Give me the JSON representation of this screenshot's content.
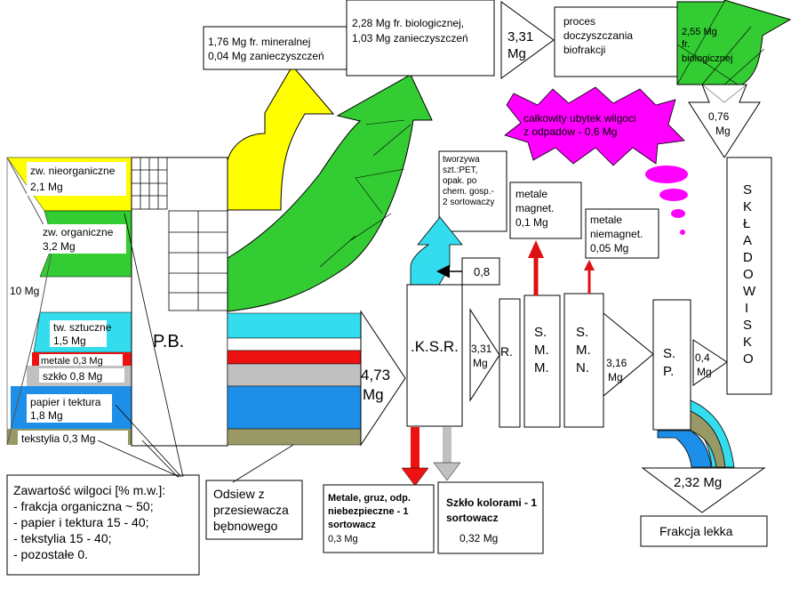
{
  "colors": {
    "yellow": "#ffff00",
    "green": "#33cc33",
    "cyan": "#33ddee",
    "red": "#ee1111",
    "grey": "#c0c0c0",
    "blue": "#1e8fe8",
    "olive": "#999966",
    "magenta": "#ff00ff",
    "red_arrow": "#dd1111"
  },
  "composition": {
    "total": "10 Mg",
    "inorganic": [
      "zw. nieorganiczne",
      "2,1 Mg"
    ],
    "organic": [
      "zw. organiczne",
      "3,2 Mg"
    ],
    "plastics": [
      "tw. sztuczne",
      "1,5 Mg"
    ],
    "metals": "metale 0,3 Mg",
    "glass": "szkło 0,8 Mg",
    "paper": [
      "papier i tektura",
      "1,8 Mg"
    ],
    "textiles": "tekstylia 0,3 Mg"
  },
  "pb": "P.B.",
  "oversize": [
    "4,73",
    "Mg"
  ],
  "mineral_box": [
    "1,76 Mg fr. mineralnej",
    "0,04 Mg zanieczyszczeń"
  ],
  "bio_box": [
    "2,28 Mg fr. biologicznej,",
    "1,03 Mg zanieczyszczeń"
  ],
  "bio_arrow": [
    "3,31",
    "Mg"
  ],
  "post_treatment": [
    "proces",
    "doczyszczania",
    "biofrakcji"
  ],
  "bio_out": [
    "2,55 Mg",
    "fr.",
    "biologicznej"
  ],
  "bio_down": [
    "0,76",
    "Mg"
  ],
  "moisture_loss": [
    "całkowity ubytek wilgoci",
    "z odpadów - 0,6 Mg"
  ],
  "plastics_box": [
    "tworzywa",
    "szt.:PET,",
    "opak. po",
    "chem. gosp.-",
    "2 sortowaczy"
  ],
  "ksr_arrow_label": "0,8",
  "ksr": ".K.S.R.",
  "ksr_out": [
    "3,31",
    "Mg"
  ],
  "r": "R.",
  "smm": [
    "S.",
    "M.",
    "M."
  ],
  "smn": [
    "S.",
    "M.",
    "N."
  ],
  "smn_out": [
    "3,16",
    "Mg"
  ],
  "sp": [
    "S.",
    "P."
  ],
  "sp_out": [
    "0,4",
    "Mg"
  ],
  "magnetic": [
    "metale",
    "magnet.",
    "0,1 Mg"
  ],
  "nonmagnetic": [
    "metale",
    "niemagnet.",
    "0,05 Mg"
  ],
  "landfill": [
    "S",
    "K",
    "Ł",
    "A",
    "D",
    "O",
    "W",
    "I",
    "S",
    "K",
    "O"
  ],
  "metals_box": [
    "Metale, gruz, odp.",
    "niebezpieczne - 1",
    "sortowacz",
    "0,3 Mg"
  ],
  "glass_box": [
    "Szkło kolorami - 1",
    "sortowacz",
    "0,32 Mg"
  ],
  "light_arrow": "2,32 Mg",
  "light_fraction": "Frakcja lekka",
  "moisture": [
    "Zawartość wilgoci [% m.w.]:",
    "- frakcja organiczna ~ 50;",
    "- papier i tektura 15 - 40;",
    "- tekstylia 15 - 40;",
    "- pozostałe 0."
  ],
  "screen_fines": [
    "Odsiew  z",
    "przesiewacza",
    "bębnowego"
  ]
}
